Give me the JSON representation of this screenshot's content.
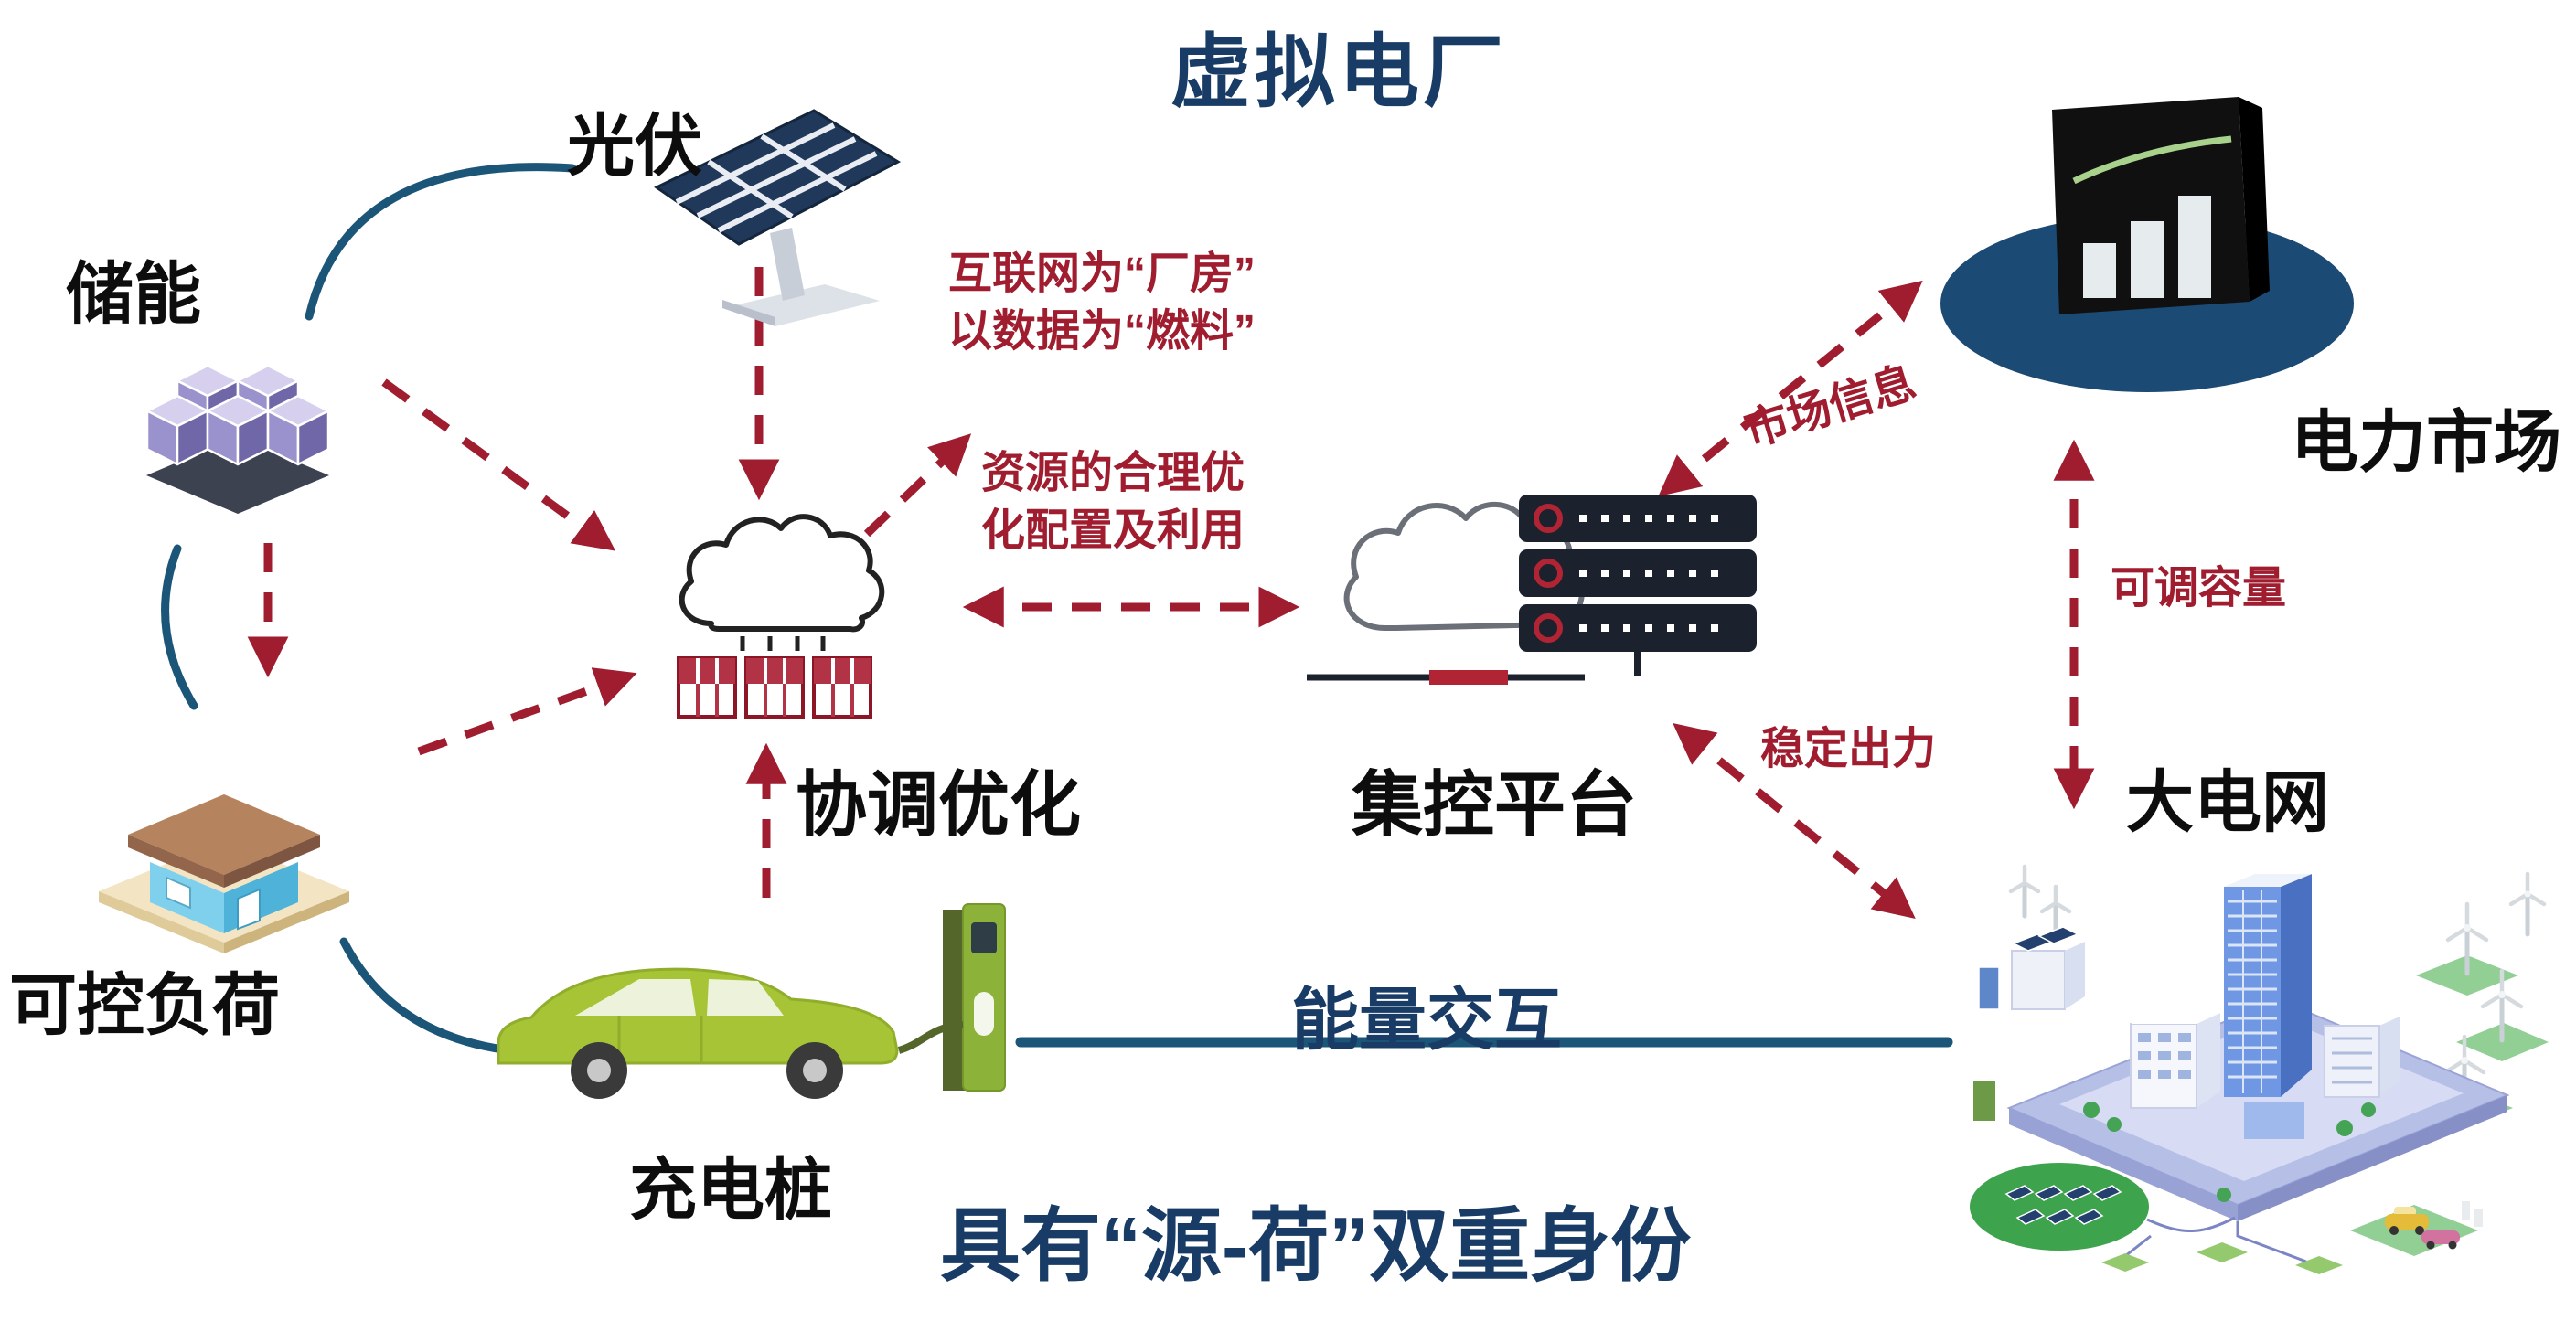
{
  "title": "虚拟电厂",
  "nodes": {
    "solar": {
      "label": "光伏"
    },
    "storage": {
      "label": "储能"
    },
    "controllable_load": {
      "label": "可控负荷"
    },
    "charging_pile": {
      "label": "充电桩"
    },
    "coordination": {
      "label": "协调优化"
    },
    "control_platform": {
      "label": "集控平台"
    },
    "power_market": {
      "label": "电力市场"
    },
    "main_grid": {
      "label": "大电网"
    }
  },
  "annotations": {
    "internet_factory": "互联网为“厂房”\n以数据为“燃料”",
    "resource_optimization": "资源的合理优\n化配置及利用",
    "market_info": "市场信息",
    "adjustable_capacity": "可调容量",
    "stable_output": "稳定出力",
    "energy_exchange": "能量交互",
    "dual_identity": "具有“源-荷”双重身份"
  },
  "colors": {
    "title_navy": "#183c66",
    "annotation_red": "#a01d30",
    "connector_blue": "#1b5578",
    "market_ellipse": "#1b4a74"
  }
}
